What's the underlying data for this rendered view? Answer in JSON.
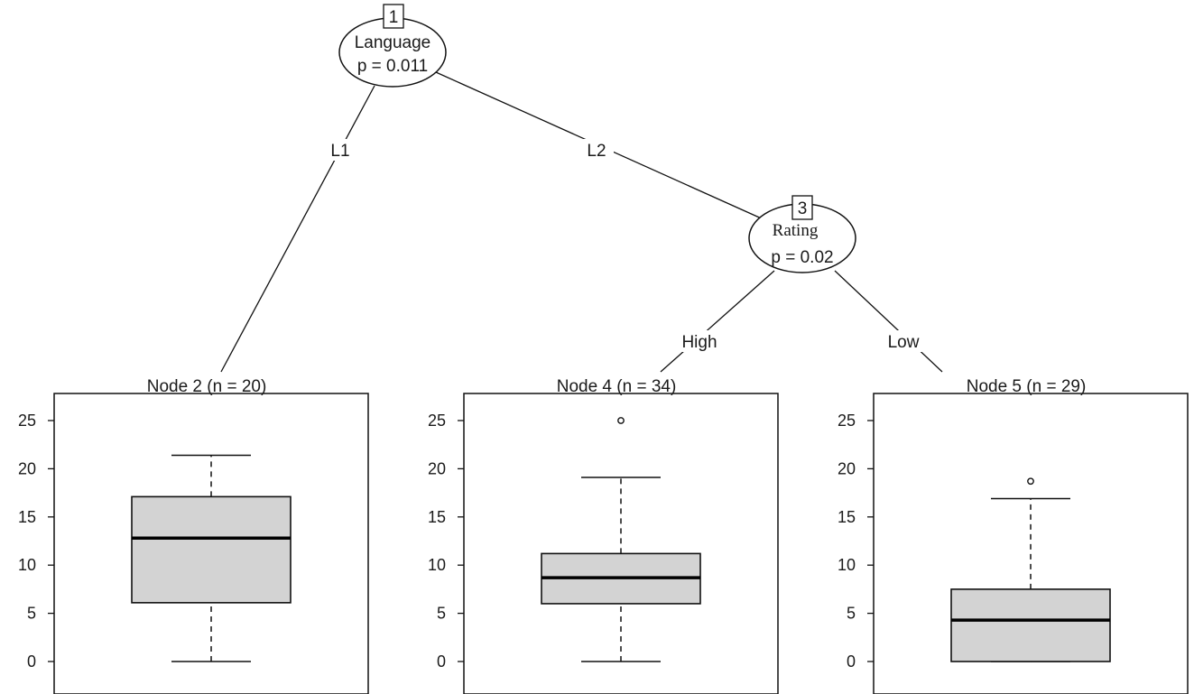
{
  "tree": {
    "inner_nodes": [
      {
        "id": "1",
        "variable": "Language",
        "p_text": "p = 0.011"
      },
      {
        "id": "3",
        "variable": "Rating",
        "p_text": "p = 0.02"
      }
    ],
    "edges": [
      {
        "from": "1",
        "to": "2",
        "label": "L1"
      },
      {
        "from": "1",
        "to": "3",
        "label": "L2"
      },
      {
        "from": "3",
        "to": "4",
        "label": "High"
      },
      {
        "from": "3",
        "to": "5",
        "label": "Low"
      }
    ]
  },
  "chart_data": [
    {
      "type": "box",
      "title": "Node 2 (n = 20)",
      "ylim": [
        0,
        25
      ],
      "yticks": [
        0,
        5,
        10,
        15,
        20,
        25
      ],
      "whisker_low": 0,
      "q1": 6.1,
      "median": 12.8,
      "q3": 17.1,
      "whisker_high": 21.4,
      "outliers": []
    },
    {
      "type": "box",
      "title": "Node 4 (n = 34)",
      "ylim": [
        0,
        25
      ],
      "yticks": [
        0,
        5,
        10,
        15,
        20,
        25
      ],
      "whisker_low": 0,
      "q1": 6,
      "median": 8.7,
      "q3": 11.2,
      "whisker_high": 19.1,
      "outliers": [
        25
      ]
    },
    {
      "type": "box",
      "title": "Node 5 (n = 29)",
      "ylim": [
        0,
        25
      ],
      "yticks": [
        0,
        5,
        10,
        15,
        20,
        25
      ],
      "whisker_low": 0,
      "q1": 0,
      "median": 4.3,
      "q3": 7.5,
      "whisker_high": 16.9,
      "outliers": [
        18.7
      ]
    }
  ]
}
